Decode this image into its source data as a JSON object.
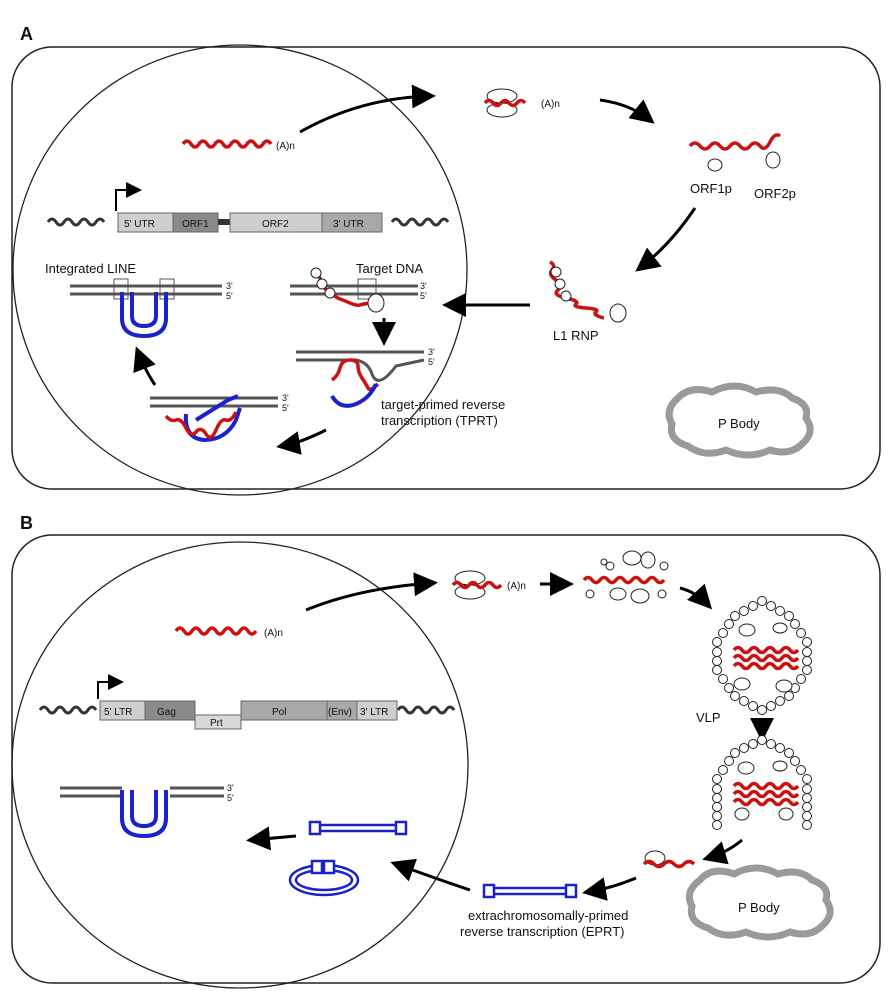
{
  "panels": {
    "a": {
      "letter": "A",
      "polyA": "(A)n",
      "polyA_cyto": "(A)n",
      "gene": {
        "utr5": "5' UTR",
        "orf1": "ORF1",
        "orf2": "ORF2",
        "utr3": "3' UTR"
      },
      "orf1p": "ORF1p",
      "orf2p": "ORF2p",
      "l1rnp": "L1 RNP",
      "target_dna": "Target DNA",
      "integrated": "Integrated LINE",
      "tprt_line1": "target-primed reverse",
      "tprt_line2": "transcription (TPRT)",
      "pbody": "P Body",
      "ends": {
        "three": "3'",
        "five": "5'"
      }
    },
    "b": {
      "letter": "B",
      "polyA": "(A)n",
      "polyA_cyto": "(A)n",
      "gene": {
        "ltr5": "5' LTR",
        "gag": "Gag",
        "prt": "Prt",
        "pol": "Pol",
        "env": "(Env)",
        "ltr3": "3' LTR"
      },
      "vlp": "VLP",
      "eprt_line1": "extrachromosomally-primed",
      "eprt_line2": "reverse transcription (EPRT)",
      "pbody": "P Body",
      "ends": {
        "three": "3'",
        "five": "5'"
      }
    }
  },
  "colors": {
    "rna": "#cc1111",
    "cdna": "#1a22cc",
    "dna": "#555555",
    "pbody": "#9a9a9a",
    "outline": "#222222"
  }
}
